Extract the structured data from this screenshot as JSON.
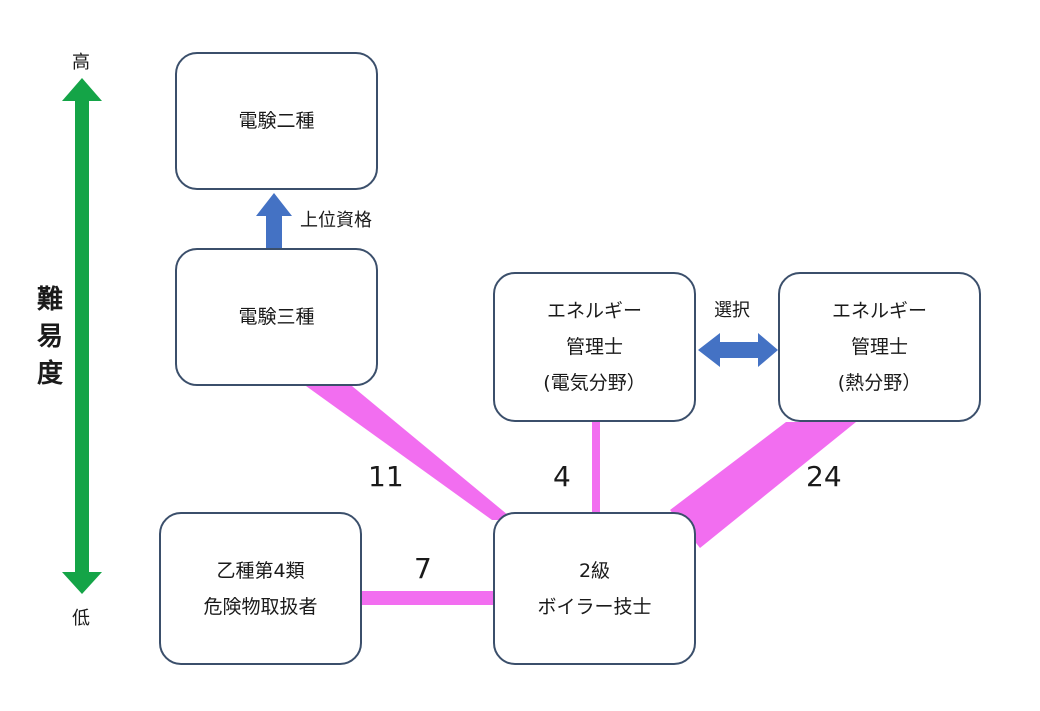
{
  "difficulty_axis": {
    "label_chars": [
      "難",
      "易",
      "度"
    ],
    "high": "高",
    "low": "低",
    "color": "#14a447"
  },
  "nodes": {
    "denken2": {
      "lines": [
        "電験二種"
      ]
    },
    "denken3": {
      "lines": [
        "電験三種"
      ]
    },
    "energy_elec": {
      "lines": [
        "エネルギー",
        "管理士",
        "(電気分野）"
      ]
    },
    "energy_heat": {
      "lines": [
        "エネルギー",
        "管理士",
        "(熱分野）"
      ]
    },
    "otsu4": {
      "lines": [
        "乙種第4類",
        "危険物取扱者"
      ]
    },
    "boiler2": {
      "lines": [
        "2級",
        "ボイラー技士"
      ]
    }
  },
  "relations": {
    "upper_qualification": "上位資格",
    "choice": "選択"
  },
  "links": [
    {
      "from": "denken3",
      "to": "boiler2",
      "value": "11"
    },
    {
      "from": "energy_elec",
      "to": "boiler2",
      "value": "4"
    },
    {
      "from": "energy_heat",
      "to": "boiler2",
      "value": "24"
    },
    {
      "from": "otsu4",
      "to": "boiler2",
      "value": "7"
    }
  ],
  "colors": {
    "link": "#f26ef0",
    "arrow": "#4472c4",
    "node_border": "#3b4f6b"
  }
}
